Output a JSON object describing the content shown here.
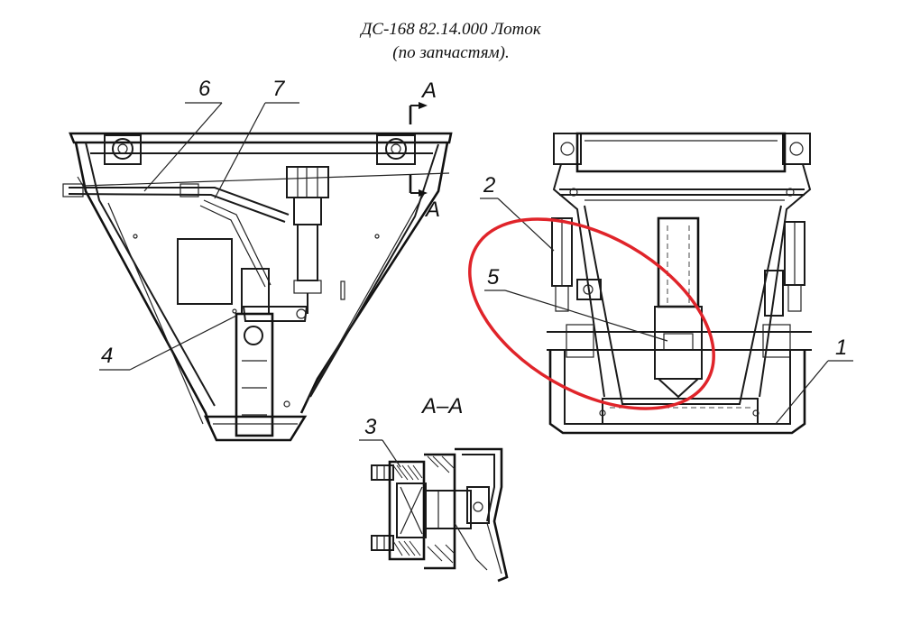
{
  "title": {
    "line1": "ДС-168 82.14.000 Лоток",
    "line2": "(по запчастям)."
  },
  "callouts": {
    "c1": "1",
    "c2": "2",
    "c3": "3",
    "c4": "4",
    "c5": "5",
    "c6": "6",
    "c7": "7"
  },
  "section": {
    "mark_top": "A",
    "mark_bottom": "A",
    "view_label": "А–А"
  },
  "highlight": {
    "color": "#e0242a",
    "target": "5"
  }
}
